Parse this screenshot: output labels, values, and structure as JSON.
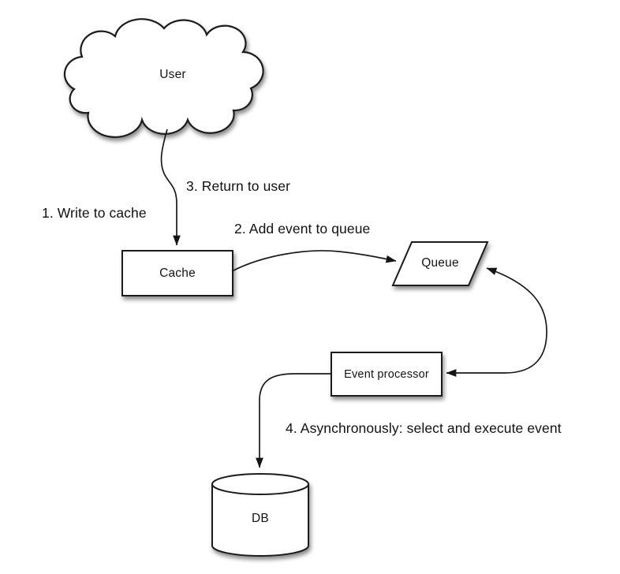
{
  "diagram": {
    "nodes": [
      {
        "id": "user",
        "label": "User",
        "shape": "cloud"
      },
      {
        "id": "cache",
        "label": "Cache",
        "shape": "rectangle"
      },
      {
        "id": "queue",
        "label": "Queue",
        "shape": "parallelogram"
      },
      {
        "id": "event_processor",
        "label": "Event processor",
        "shape": "rectangle"
      },
      {
        "id": "db",
        "label": "DB",
        "shape": "cylinder"
      }
    ],
    "edges": [
      {
        "from": "user",
        "to": "cache",
        "label": "1. Write to cache"
      },
      {
        "from": "cache",
        "to": "user",
        "label": "3. Return to user"
      },
      {
        "from": "cache",
        "to": "queue",
        "label": "2. Add event to queue"
      },
      {
        "from": "event_processor",
        "to": "queue",
        "label": "",
        "bidirectional": true
      },
      {
        "from": "event_processor",
        "to": "db",
        "label": "4. Asynchronously: select and execute event"
      }
    ],
    "colors": {
      "stroke": "#1a1a1a",
      "fill": "#ffffff",
      "text": "#141414",
      "background": "#ffffff"
    }
  }
}
